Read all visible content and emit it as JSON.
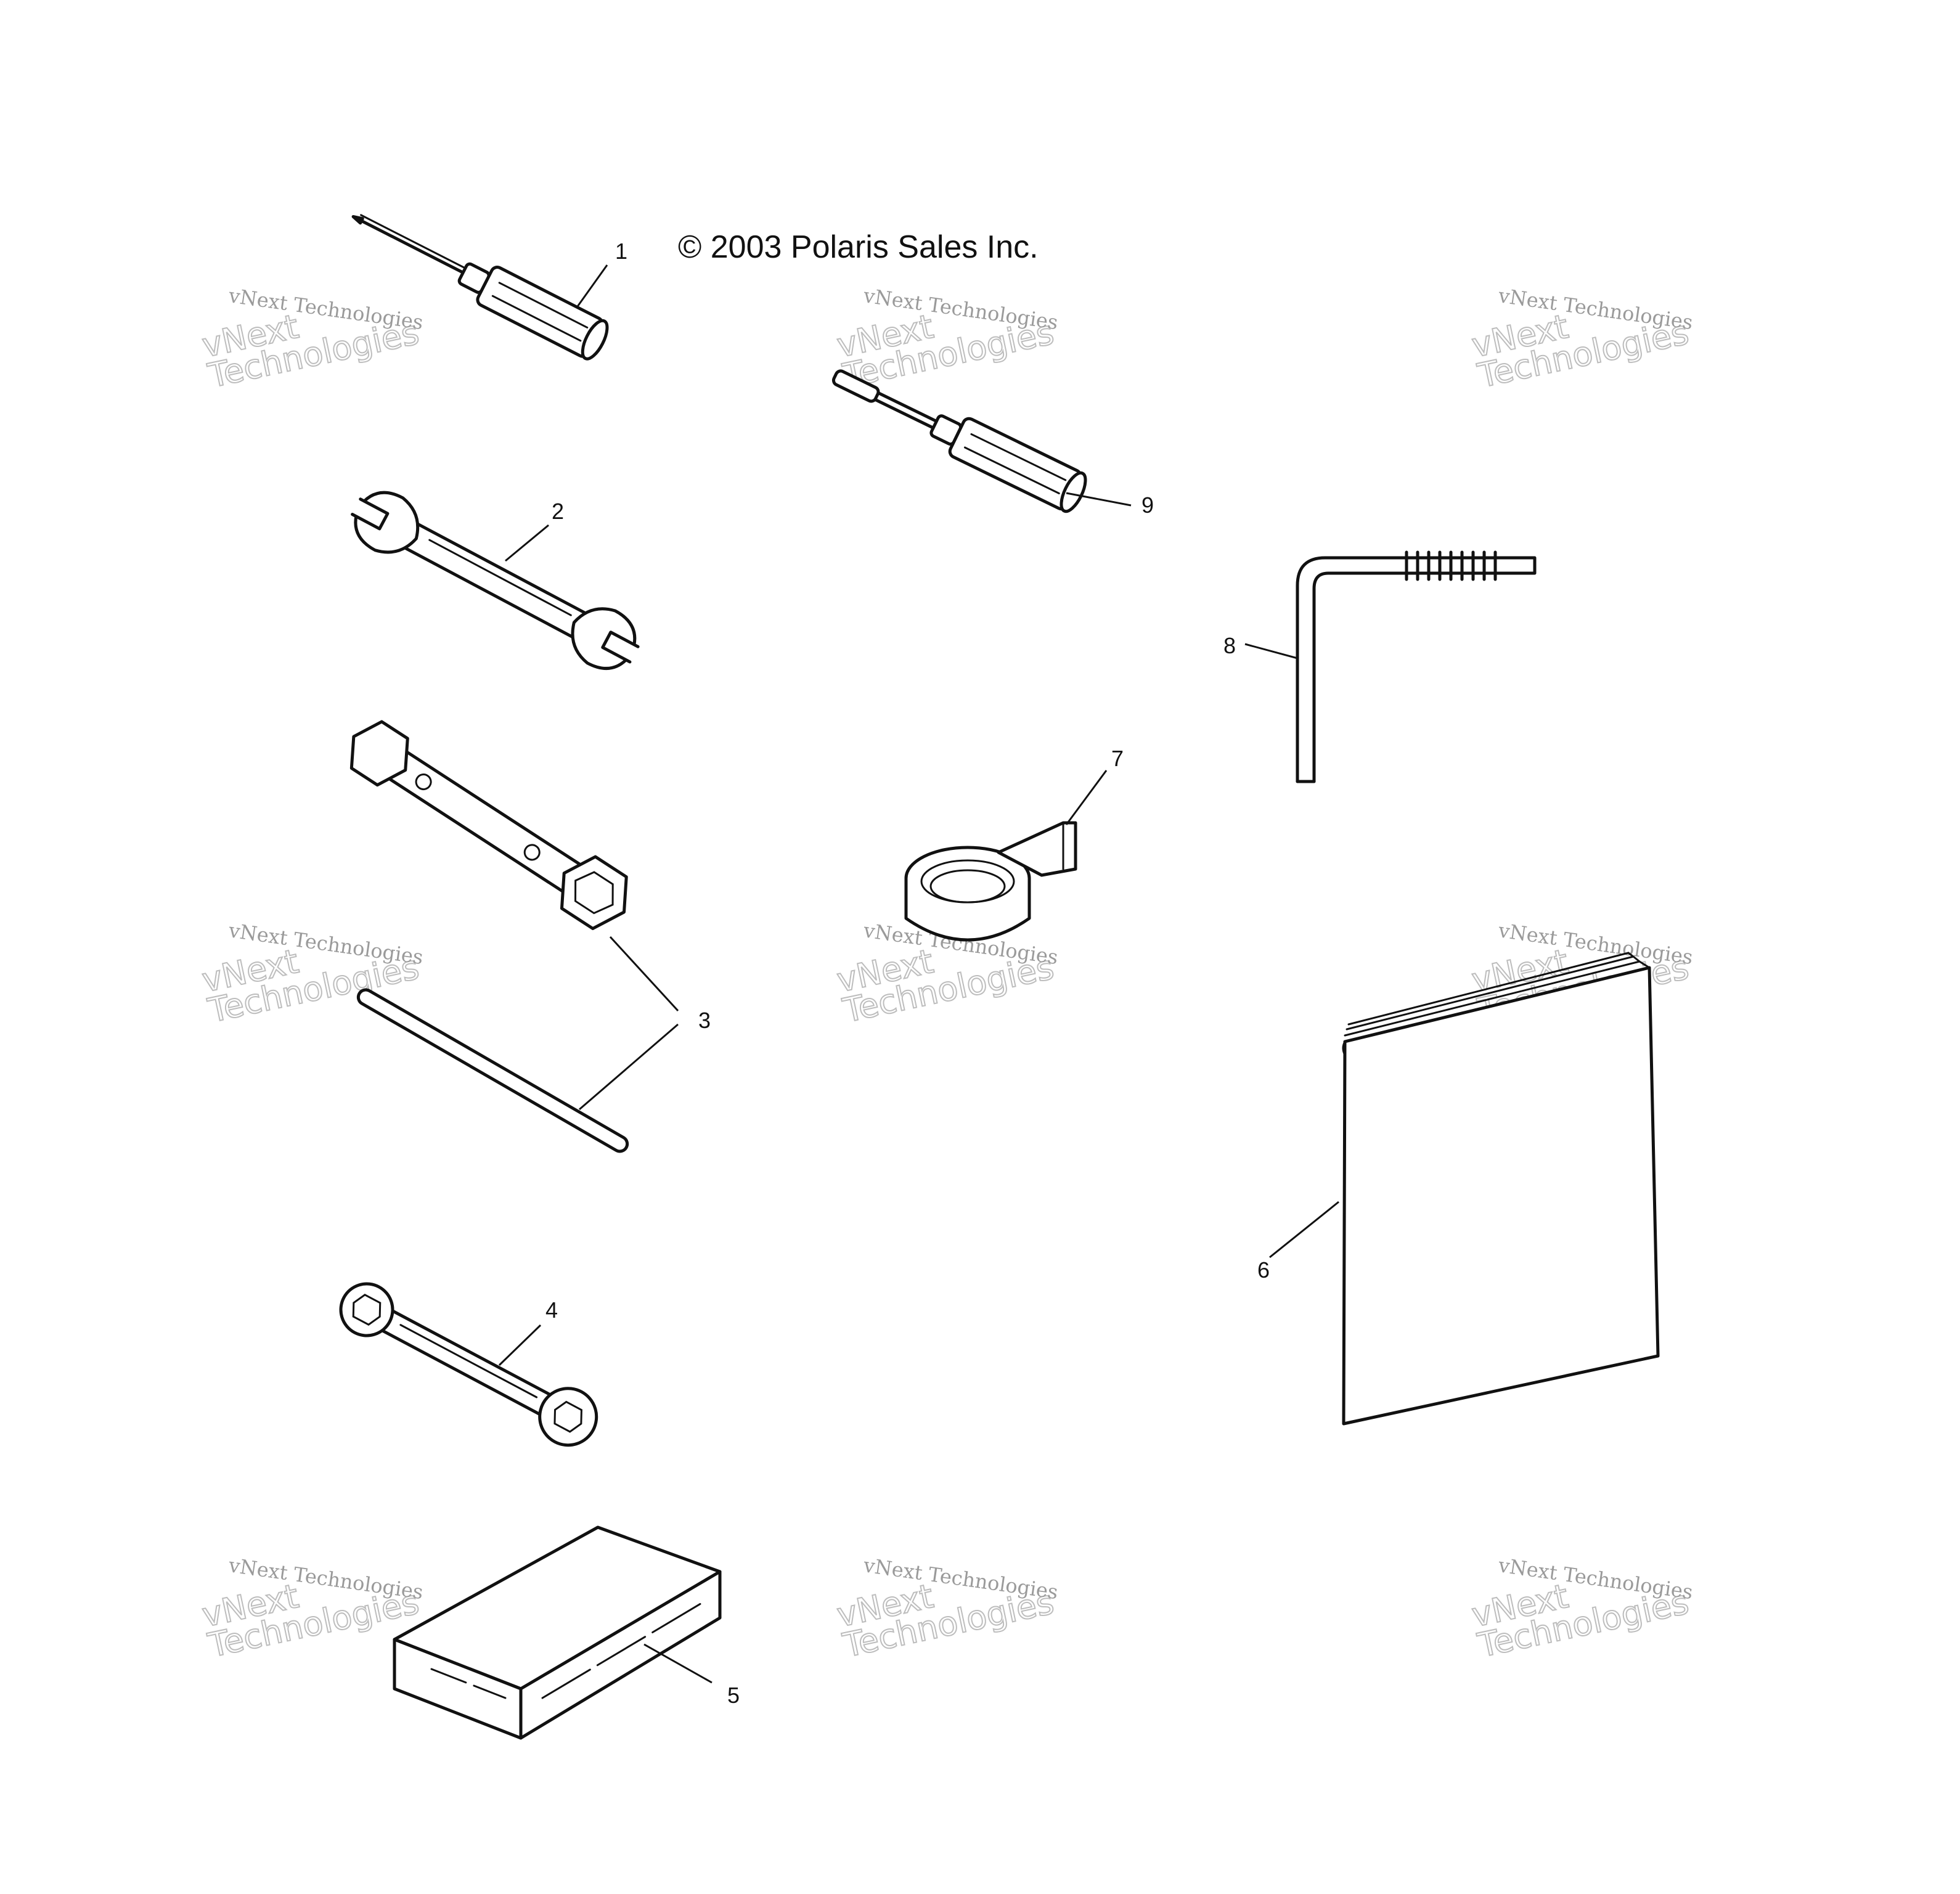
{
  "copyright": "© 2003 Polaris Sales Inc.",
  "watermark": {
    "line1": "vNext Technologies",
    "line2a": "vNext",
    "line2b": "Technologies"
  },
  "callouts": [
    "1",
    "2",
    "3",
    "4",
    "5",
    "6",
    "7",
    "8",
    "9"
  ],
  "colors": {
    "ink": "#111111",
    "watermark": "#9a9a9a",
    "background": "#ffffff"
  }
}
